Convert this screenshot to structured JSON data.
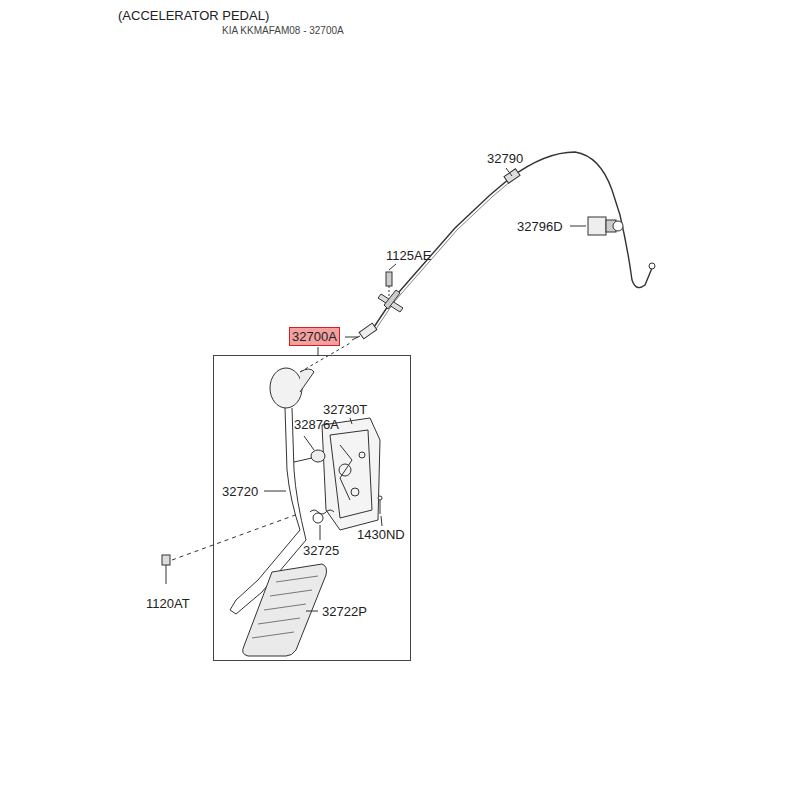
{
  "diagram": {
    "title": "(ACCELERATOR PEDAL)",
    "nodes": [
      {
        "text": [
          "32700A"
        ]
      }
    ],
    "labels": [
      "KIA KKMAFAM08 - 32700A",
      "32790",
      "32796D",
      "1125AE",
      "32730T",
      "32876A",
      "32720",
      "1430ND",
      "32725",
      "1120AT",
      "32722P"
    ]
  }
}
